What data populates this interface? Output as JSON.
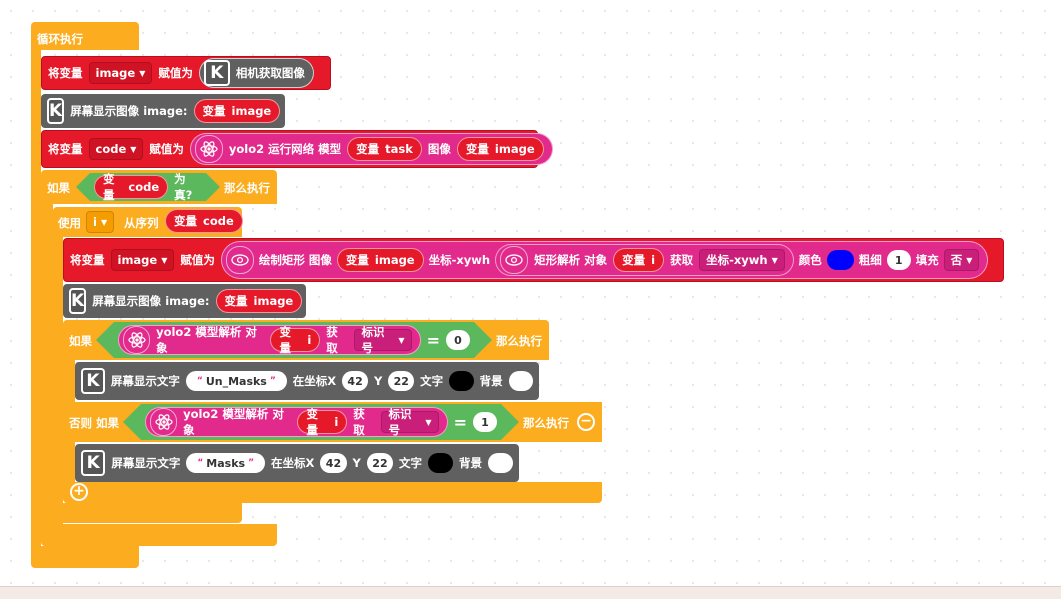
{
  "workspace": {
    "loop_label": "循环执行",
    "assign_label": "将变量",
    "assign_to": "赋值为",
    "var_image": "image",
    "var_code": "code",
    "camera_get": "相机获取图像",
    "screen_show_image": "屏幕显示图像 image:",
    "var_prefix": "变量",
    "yolo_run": "yolo2 运行网络 模型",
    "task": "task",
    "image_word": "图像",
    "if_label": "如果",
    "is_true": "为真?",
    "then_do": "那么执行",
    "use_label": "使用",
    "var_i": "i",
    "from_seq": "从序列",
    "draw_rect": "绘制矩形 图像",
    "coord_xywh": "坐标-xywh",
    "rect_parse": "矩形解析 对象",
    "get_label": "获取",
    "coord_xywh_dd": "坐标-xywh",
    "color_label": "颜色",
    "thickness_label": "粗细",
    "thickness_value": "1",
    "fill_label": "填充",
    "fill_value": "否",
    "yolo_parse": "yolo2 模型解析 对象",
    "label_id": "标识号",
    "eq": "=",
    "zero": "0",
    "one": "1",
    "screen_show_text": "屏幕显示文字",
    "text_unmasks": "Un_Masks",
    "text_masks": "Masks",
    "at_coord_x": "在坐标X",
    "x_value": "42",
    "y_label": "Y",
    "y_value": "22",
    "text_label": "文字",
    "bg_label": "背景",
    "else_if": "否则 如果",
    "k_letter": "K",
    "dropdown_arrow": "▼",
    "quote_open": "“",
    "quote_close": "”",
    "plus": "+",
    "minus": "−"
  },
  "colors": {
    "rect_color": "#0000ff",
    "text_color": "#000000",
    "bg_color": "#ffffff"
  },
  "icons": [
    "k-camera-icon",
    "yolo-atom-icon",
    "image-rect-icon",
    "add-branch-icon",
    "remove-branch-icon"
  ]
}
